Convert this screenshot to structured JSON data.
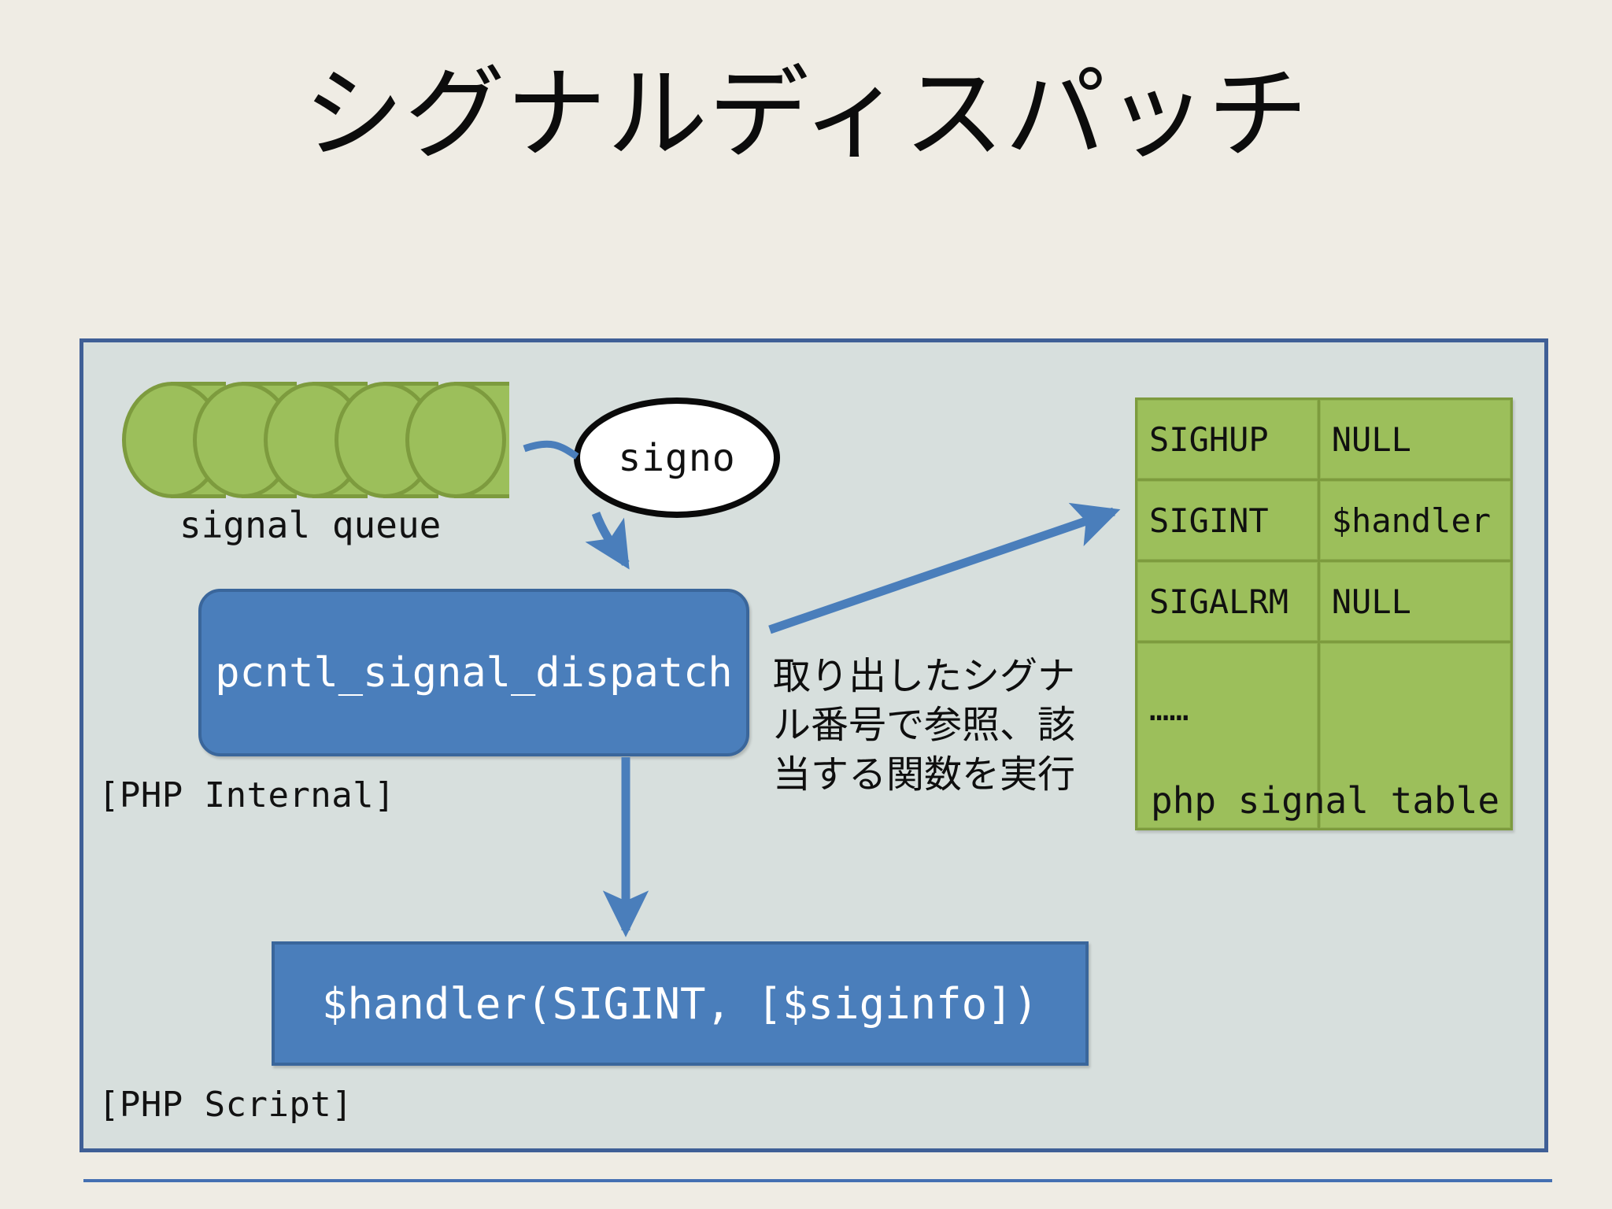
{
  "slide": {
    "title": "シグナルディスパッチ",
    "background_color": "#EFECE4"
  },
  "frame": {
    "border_color": "#3F5F96",
    "fill_color": "#D7DFDD",
    "divider_color": "#4470B2",
    "zones": [
      {
        "name": "php-internal",
        "label": "[PHP Internal]"
      },
      {
        "name": "php-script",
        "label": "[PHP Script]"
      }
    ]
  },
  "signal_queue": {
    "label": "signal queue",
    "cylinder_count": 5,
    "fill_color": "#9CBF5B",
    "stroke_color": "#7D9B3E"
  },
  "signo_bubble": {
    "label": "signo",
    "fill_color": "#FFFFFF",
    "stroke_color": "#0A0A0A"
  },
  "dispatch_box": {
    "label": "pcntl_signal_dispatch",
    "fill_color": "#4A7EBB",
    "text_color": "#FFFFFF"
  },
  "handler_box": {
    "label": "$handler(SIGINT, [$siginfo])",
    "fill_color": "#4A7EBB",
    "text_color": "#FFFFFF"
  },
  "annotation": {
    "lines": [
      "取り出したシグナ",
      "ル番号で参照、該",
      "当する関数を実行"
    ],
    "text": "取り出したシグナル番号で参照、該当する関数を実行"
  },
  "signal_table": {
    "caption": "php signal table",
    "fill_color": "#9CBF5B",
    "stroke_color": "#7D9B3E",
    "rows": [
      {
        "signal": "SIGHUP",
        "handler": "NULL"
      },
      {
        "signal": "SIGINT",
        "handler": "$handler"
      },
      {
        "signal": "SIGALRM",
        "handler": "NULL"
      },
      {
        "signal": "……",
        "handler": ""
      }
    ]
  },
  "arrows": {
    "color": "#4A7EBB",
    "items": [
      {
        "name": "queue-to-signo",
        "from": "signal-queue",
        "to": "signo-bubble"
      },
      {
        "name": "signo-to-dispatch",
        "from": "signo-bubble",
        "to": "dispatch-box"
      },
      {
        "name": "dispatch-to-table",
        "from": "dispatch-box",
        "to": "signal-table"
      },
      {
        "name": "dispatch-to-handler",
        "from": "dispatch-box",
        "to": "handler-box"
      }
    ]
  }
}
